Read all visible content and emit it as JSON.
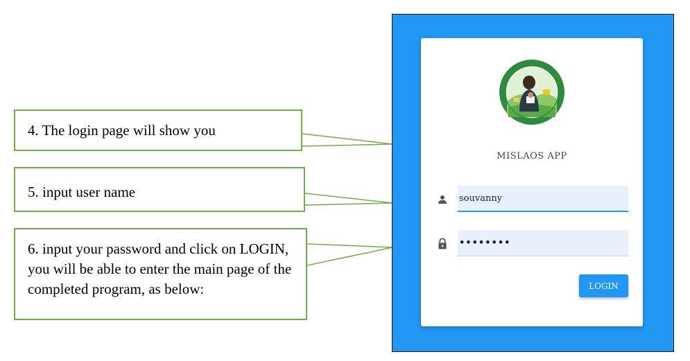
{
  "callouts": {
    "step4": "4. The login page will show you",
    "step5": "5. input user name",
    "step6": "6. input your password and click on LOGIN, you will be able to enter the main page of the completed program, as below:"
  },
  "app": {
    "title": "MISLAOS APP",
    "username_value": "souvanny",
    "password_value": "••••••••",
    "login_label": "LOGIN"
  },
  "colors": {
    "frame_background": "#2196f3",
    "callout_border": "#70ad47",
    "input_background": "#e8f0fe"
  },
  "icons": [
    "person-icon",
    "lock-icon",
    "logo-seal"
  ]
}
